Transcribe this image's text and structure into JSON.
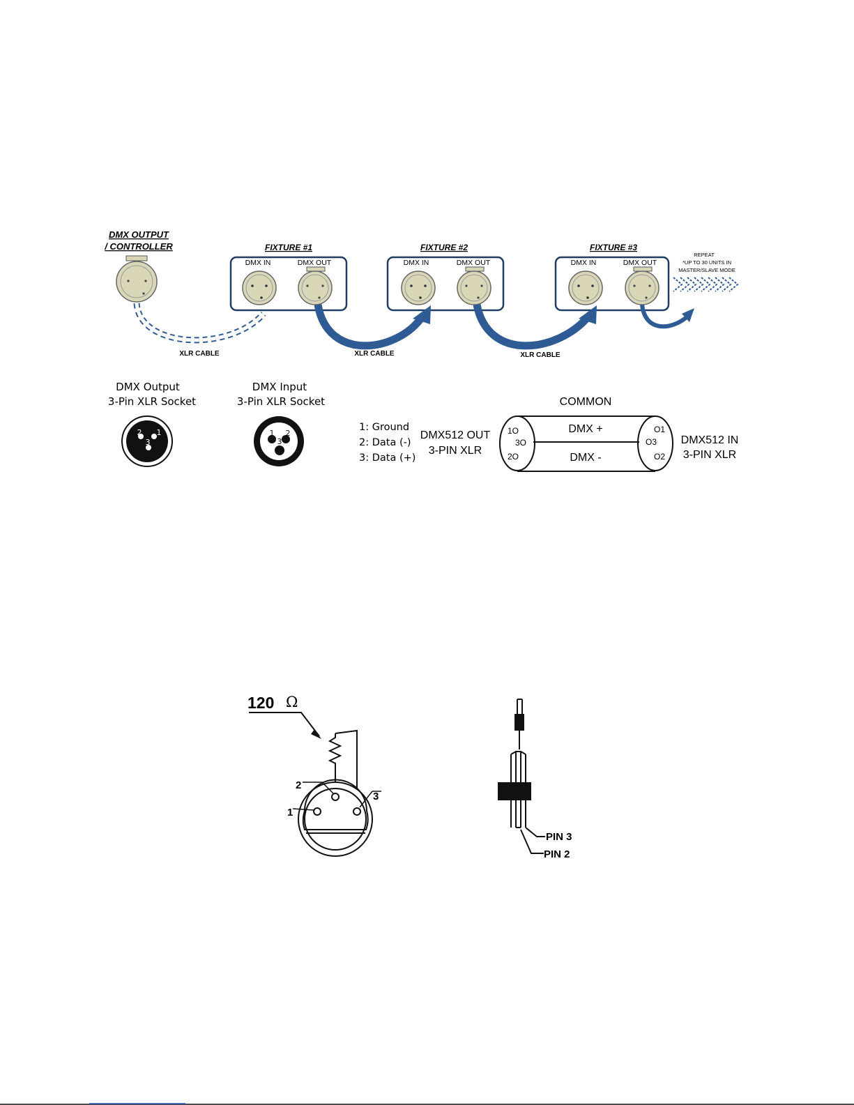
{
  "chain_diagram": {
    "controller_label_line1": "DMX OUTPUT",
    "controller_label_line2": "/ CONTROLLER",
    "fixtures": [
      {
        "title": "FIXTURE #1",
        "in_label": "DMX IN",
        "out_label": "DMX OUT"
      },
      {
        "title": "FIXTURE #2",
        "in_label": "DMX IN",
        "out_label": "DMX OUT"
      },
      {
        "title": "FIXTURE #3",
        "in_label": "DMX IN",
        "out_label": "DMX OUT"
      }
    ],
    "cable_labels": [
      "XLR CABLE",
      "XLR CABLE",
      "XLR CABLE"
    ],
    "repeat_line1": "REPEAT",
    "repeat_line2": "*UP TO 30 UNITS IN",
    "repeat_line3": "MASTER/SLAVE MODE",
    "colors": {
      "fixture_border": "#1f3d63",
      "cable": "#2f5b94",
      "connector_fill": "#d9d7b8"
    }
  },
  "sockets": {
    "output": {
      "line1": "DMX Output",
      "line2": "3-Pin XLR Socket",
      "pins": [
        "2",
        "1",
        "3"
      ]
    },
    "input": {
      "line1": "DMX Input",
      "line2": "3-Pin XLR Socket",
      "pins": [
        "1",
        "2",
        "3"
      ]
    }
  },
  "pin_legend": [
    "1: Ground",
    "2: Data (-)",
    "3: Data (+)"
  ],
  "cable_wiring": {
    "left_line1": "DMX512 OUT",
    "left_line2": "3-PIN XLR",
    "right_line1": "DMX512 IN",
    "right_line2": "3-PIN XLR",
    "common": "COMMON",
    "dmx_plus": "DMX +",
    "dmx_minus": "DMX -",
    "left_pins": [
      "1O",
      "3O",
      "2O"
    ],
    "right_pins": [
      "O1",
      "O3",
      "O2"
    ]
  },
  "terminator": {
    "resistance": "120",
    "unit_symbol": "Ω",
    "pin_labels": [
      "2",
      "1",
      "3"
    ],
    "pin3_label": "PIN 3",
    "pin2_label": "PIN 2"
  }
}
